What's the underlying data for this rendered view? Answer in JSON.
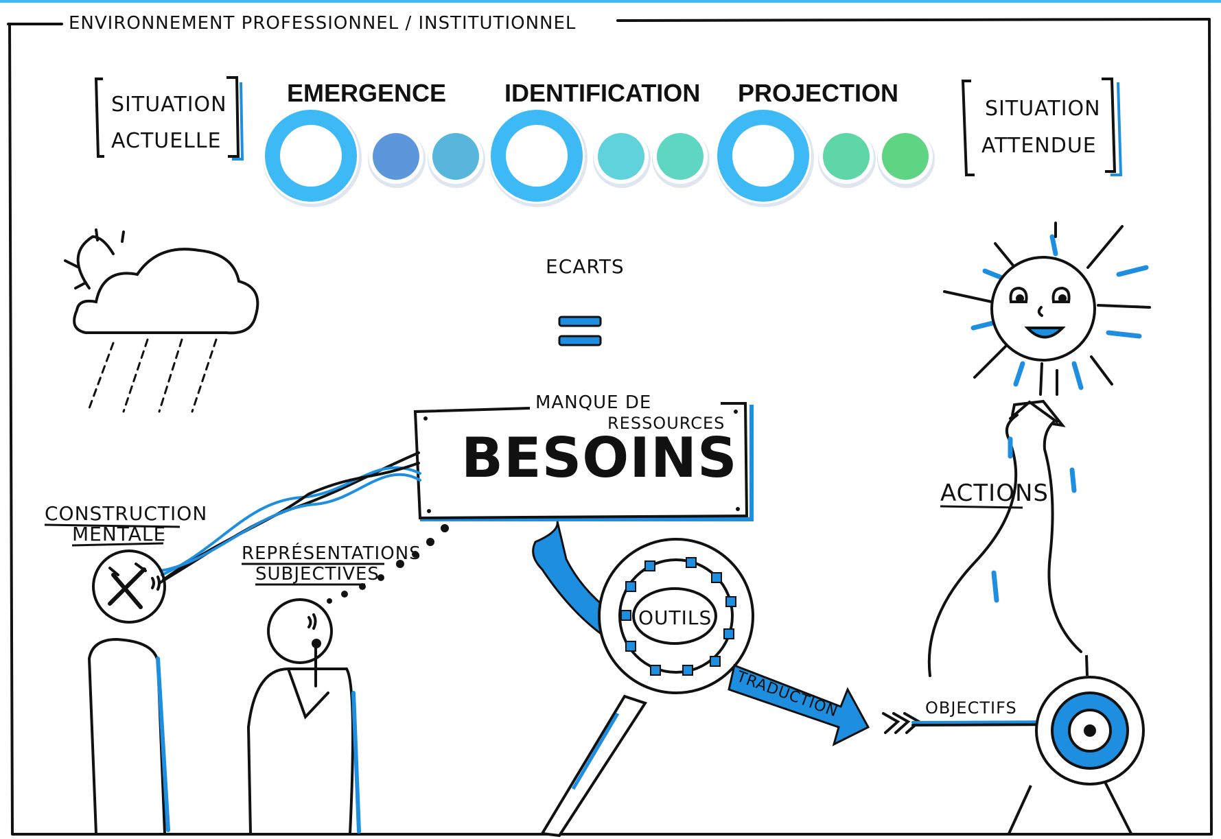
{
  "frame": {
    "title": "ENVIRONNEMENT PROFESSIONNEL / INSTITUTIONNEL"
  },
  "left_box": {
    "line1": "SITUATION",
    "line2": "ACTUELLE"
  },
  "right_box": {
    "line1": "SITUATION",
    "line2": "ATTENDUE"
  },
  "phases": [
    {
      "label": "EMERGENCE"
    },
    {
      "label": "IDENTIFICATION"
    },
    {
      "label": "PROJECTION"
    }
  ],
  "timeline": {
    "big_ring_color": "#3db9f5",
    "dot_colors": [
      "#5b97da",
      "#58b6dc",
      "#5fd2dc",
      "#5fd6c2",
      "#5fd6a8",
      "#5fd483"
    ]
  },
  "labels": {
    "ecarts": "ECARTS",
    "manque": "MANQUE DE",
    "ressources": "RESSOURCES",
    "besoins": "BESOINS",
    "construction": "CONSTRUCTION",
    "mentale": "MENTALE",
    "representations": "REPRÉSENTATIONS",
    "subjectives": "SUBJECTIVES",
    "outils": "OUTILS",
    "traduction": "TRADUCTION",
    "objectifs": "OBJECTIFS",
    "actions": "ACTIONS"
  },
  "colors": {
    "accent": "#1e8fe0",
    "ink": "#111111"
  }
}
